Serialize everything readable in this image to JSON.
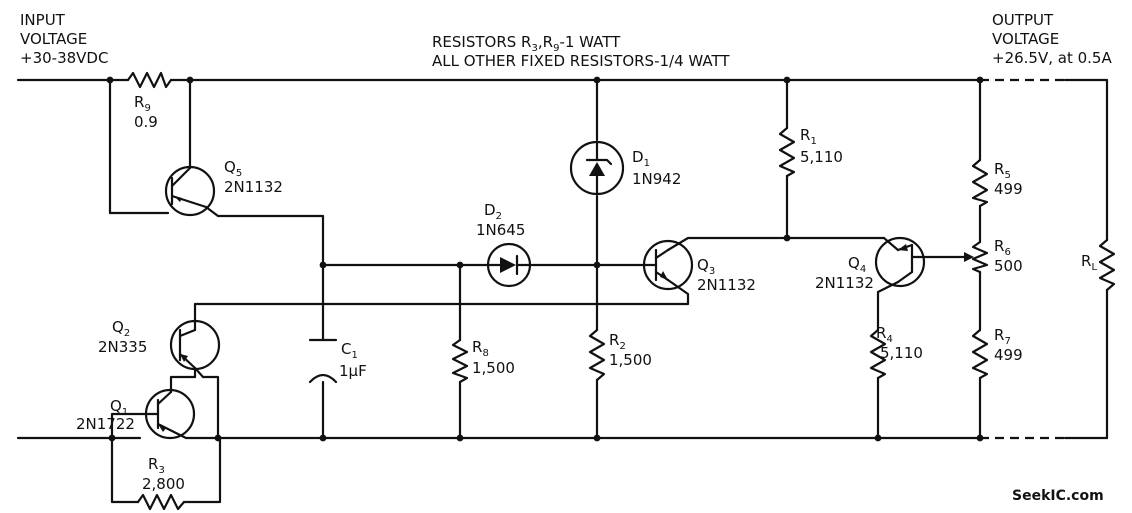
{
  "notes": {
    "input_line1": "INPUT",
    "input_line2": "VOLTAGE",
    "input_line3": "+30-38VDC",
    "resistors_line1_prefix": "RESISTORS R",
    "resistors_line1_sub1": "3",
    "resistors_line1_mid": ",R",
    "resistors_line1_sub2": "9",
    "resistors_line1_suffix": "-1 WATT",
    "resistors_line2": "ALL OTHER FIXED RESISTORS-1/4 WATT",
    "output_line1": "OUTPUT",
    "output_line2": "VOLTAGE",
    "output_line3": "+26.5V, at 0.5A"
  },
  "components": {
    "R9": {
      "ref": "R",
      "sub": "9",
      "value": "0.9"
    },
    "Q5": {
      "ref": "Q",
      "sub": "5",
      "part": "2N1132"
    },
    "D1": {
      "ref": "D",
      "sub": "1",
      "part": "1N942"
    },
    "D2": {
      "ref": "D",
      "sub": "2",
      "part": "1N645"
    },
    "R1": {
      "ref": "R",
      "sub": "1",
      "value": "5,110"
    },
    "Q3": {
      "ref": "Q",
      "sub": "3",
      "part": "2N1132"
    },
    "Q4": {
      "ref": "Q",
      "sub": "4",
      "part": "2N1132"
    },
    "R5": {
      "ref": "R",
      "sub": "5",
      "value": "499"
    },
    "R6": {
      "ref": "R",
      "sub": "6",
      "value": "500"
    },
    "R7": {
      "ref": "R",
      "sub": "7",
      "value": "499"
    },
    "RL": {
      "ref": "R",
      "sub": "L"
    },
    "Q2": {
      "ref": "Q",
      "sub": "2",
      "part": "2N335"
    },
    "Q1": {
      "ref": "Q",
      "sub": "1",
      "part": "2N1722"
    },
    "C1": {
      "ref": "C",
      "sub": "1",
      "value": "1µF"
    },
    "R8": {
      "ref": "R",
      "sub": "8",
      "value": "1,500"
    },
    "R2": {
      "ref": "R",
      "sub": "2",
      "value": "1,500"
    },
    "R4": {
      "ref": "R",
      "sub": "4",
      "value": "5,110"
    },
    "R3": {
      "ref": "R",
      "sub": "3",
      "value": "2,800"
    }
  },
  "watermark": "SeekIC.com"
}
